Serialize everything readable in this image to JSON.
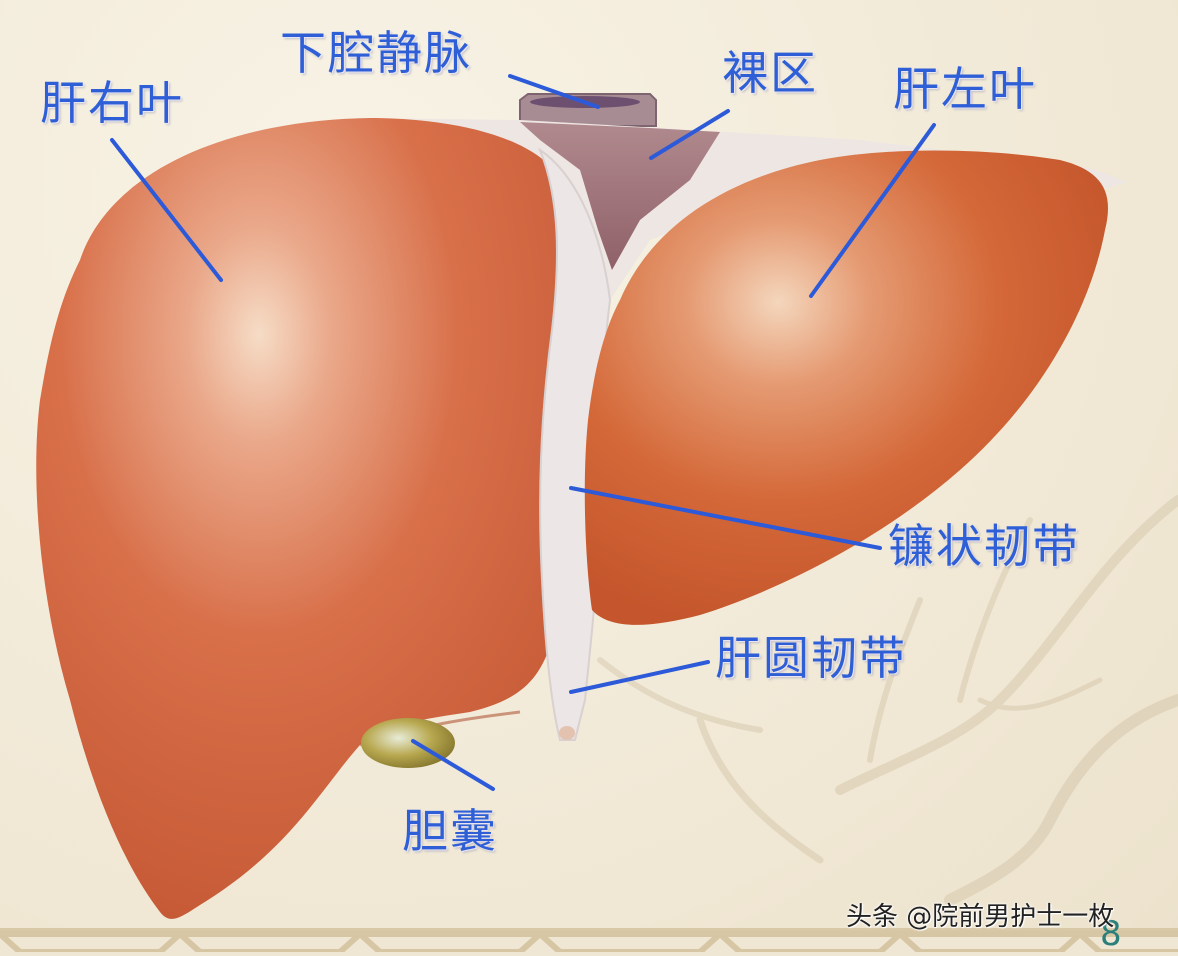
{
  "diagram": {
    "subject": "Liver anterior view",
    "labels": {
      "right_lobe": "肝右叶",
      "inferior_vena_cava": "下腔静脉",
      "bare_area": "裸区",
      "left_lobe": "肝左叶",
      "falciform_ligament": "镰状韧带",
      "round_ligament": "肝圆韧带",
      "gallbladder": "胆囊"
    },
    "page_number": "8",
    "watermark": "头条 @院前男护士一枚"
  },
  "colors": {
    "label_text": "#2f5fd6",
    "leader_line": "#2d5ad8",
    "liver": "#d4683c",
    "liver_highlight": "#f3d3b8",
    "ligament": "#ece6e6",
    "bare_area": "#9c6f78",
    "gallbladder": "#a99a3a",
    "background": "#f3ecdc",
    "page_number": "#2a7f7a"
  }
}
